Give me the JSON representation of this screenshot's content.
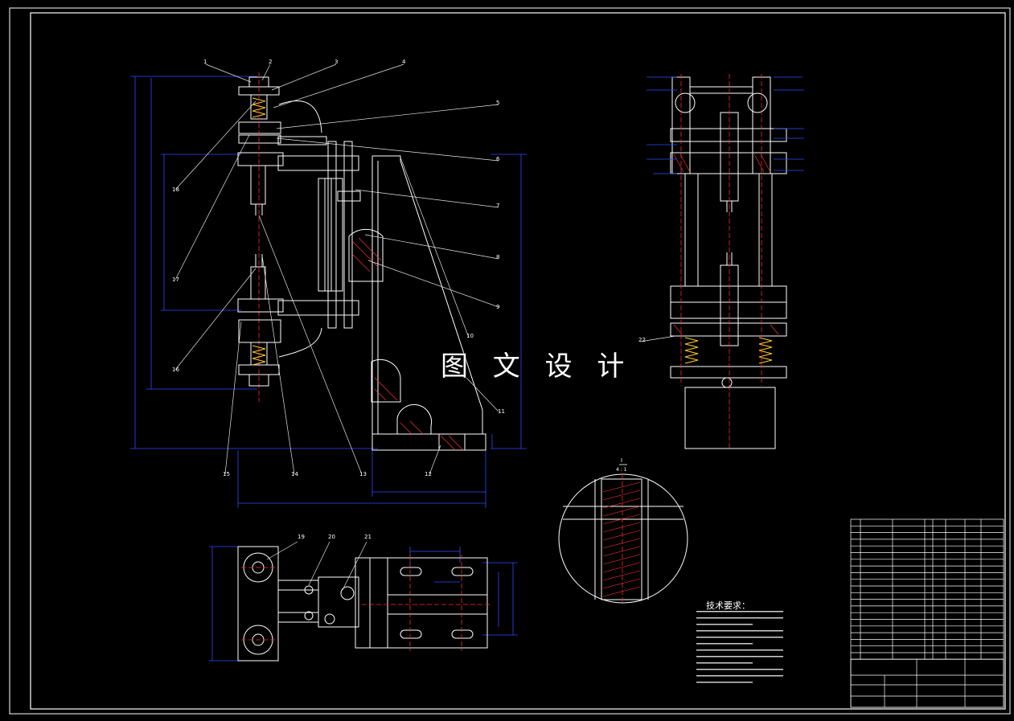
{
  "drawing": {
    "watermark": "图 文 设 计",
    "technical_notes_title": "技术要求：",
    "balloon_numbers": [
      "1",
      "2",
      "3",
      "4",
      "5",
      "6",
      "7",
      "8",
      "9",
      "10",
      "11",
      "12",
      "13",
      "14",
      "15",
      "16",
      "17",
      "18",
      "19",
      "20",
      "21",
      "22"
    ],
    "section_label": "I",
    "section_scale": "4 : 1",
    "colors": {
      "background": "#000000",
      "frame": "#ffffff",
      "outline": "#ffffff",
      "dimension": "#2d4dff",
      "centerline": "#ff2a2a",
      "hatch": "#ff3333",
      "accent": "#ffcc33",
      "leader": "#e6e6e6"
    }
  }
}
